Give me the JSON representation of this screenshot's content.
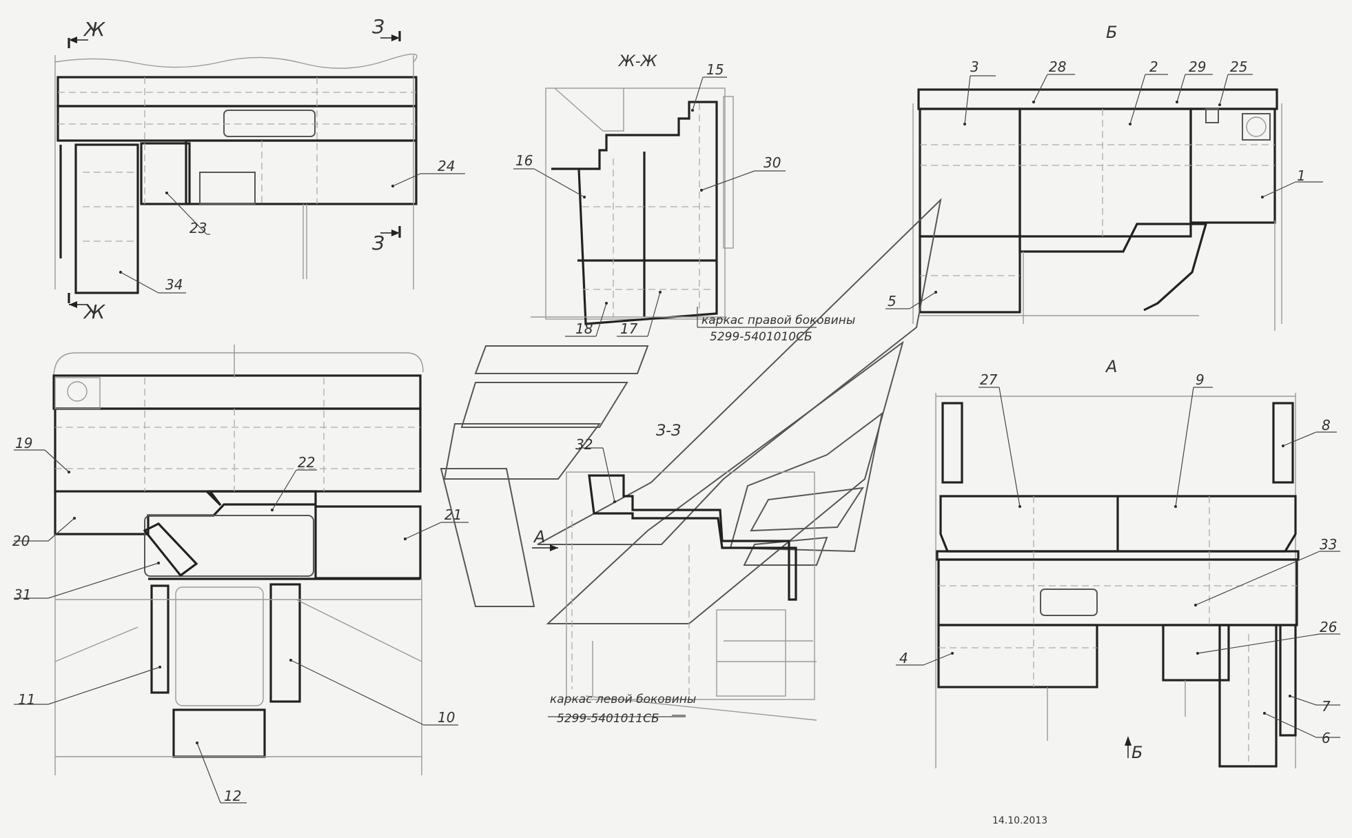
{
  "section_labels": {
    "top_left_cut_top_left": "Ж",
    "top_left_cut_bottom_left": "Ж",
    "top_left_cut_top_right": "З",
    "top_left_cut_bottom_right": "З",
    "section_zh_title": "Ж-Ж",
    "view_b_title": "Б",
    "view_a_title": "А",
    "section_z_title": "З-З",
    "arrow_a": "А",
    "arrow_b": "Б"
  },
  "frames": {
    "right_side_label": "каркас правой боковины",
    "right_side_code": "5299-5401010СБ",
    "left_side_label": "каркас левой боковины",
    "left_side_code": "5299-5401011СБ"
  },
  "callouts": {
    "n1": "1",
    "n2": "2",
    "n3": "3",
    "n4": "4",
    "n5": "5",
    "n6": "6",
    "n7": "7",
    "n8": "8",
    "n9": "9",
    "n10": "10",
    "n11": "11",
    "n12": "12",
    "n15": "15",
    "n16": "16",
    "n17": "17",
    "n18": "18",
    "n19": "19",
    "n20": "20",
    "n21": "21",
    "n22": "22",
    "n23": "23",
    "n24": "24",
    "n25": "25",
    "n26": "26",
    "n27": "27",
    "n28": "28",
    "n29": "29",
    "n30": "30",
    "n31": "31",
    "n32": "32",
    "n33": "33",
    "n34": "34"
  },
  "date": "14.10.2013"
}
